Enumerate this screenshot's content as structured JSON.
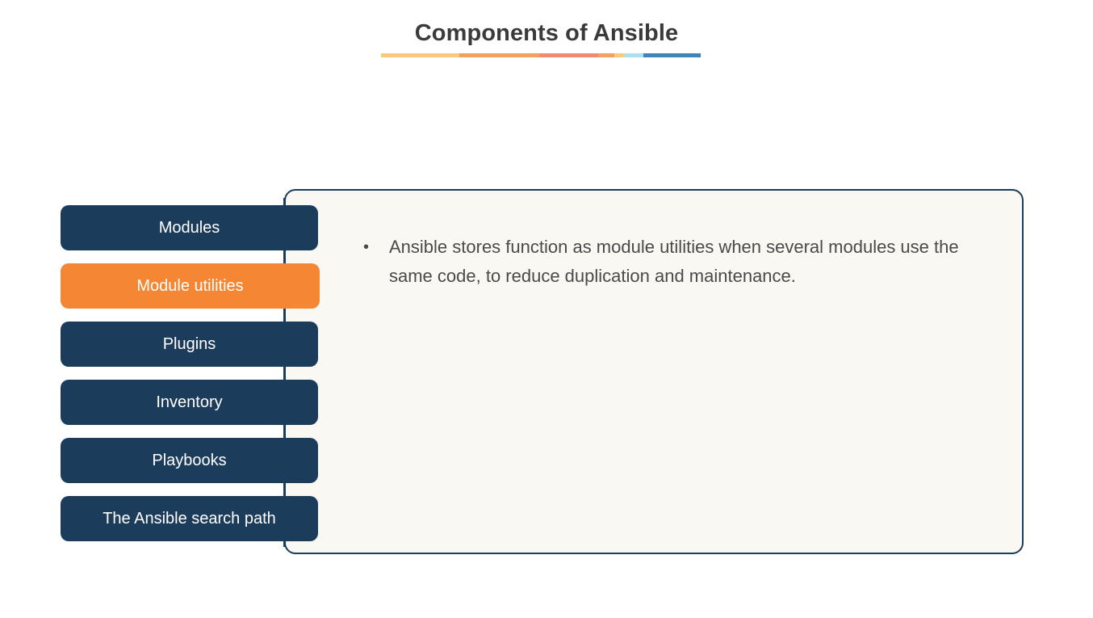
{
  "slide": {
    "title": "Components of Ansible",
    "title_underline": [
      {
        "color": "#f9c97d",
        "width_pct": 24.5
      },
      {
        "color": "#f5a15c",
        "width_pct": 25.0
      },
      {
        "color": "#f28a6e",
        "width_pct": 18.5
      },
      {
        "color": "#f5a15c",
        "width_pct": 5.0
      },
      {
        "color": "#fbcb7c",
        "width_pct": 3.0
      },
      {
        "color": "#ade0ef",
        "width_pct": 6.0
      },
      {
        "color": "#3d85b8",
        "width_pct": 18.0
      }
    ]
  },
  "menu": {
    "items": [
      {
        "label": "Modules",
        "active": false
      },
      {
        "label": "Module utilities",
        "active": true
      },
      {
        "label": "Plugins",
        "active": false
      },
      {
        "label": "Inventory",
        "active": false
      },
      {
        "label": "Playbooks",
        "active": false
      },
      {
        "label": "The Ansible search path",
        "active": false
      }
    ]
  },
  "content": {
    "bullet_char": "•",
    "bullets": [
      "Ansible stores function as module utilities when several modules use the same code, to reduce duplication and maintenance."
    ]
  },
  "colors": {
    "navy": "#1c3c5c",
    "orange": "#f58634",
    "panel_bg": "#faf8f3",
    "title_text": "#3a3a3a",
    "body_text": "#4a4a4a",
    "slide_bg": "#ffffff"
  }
}
